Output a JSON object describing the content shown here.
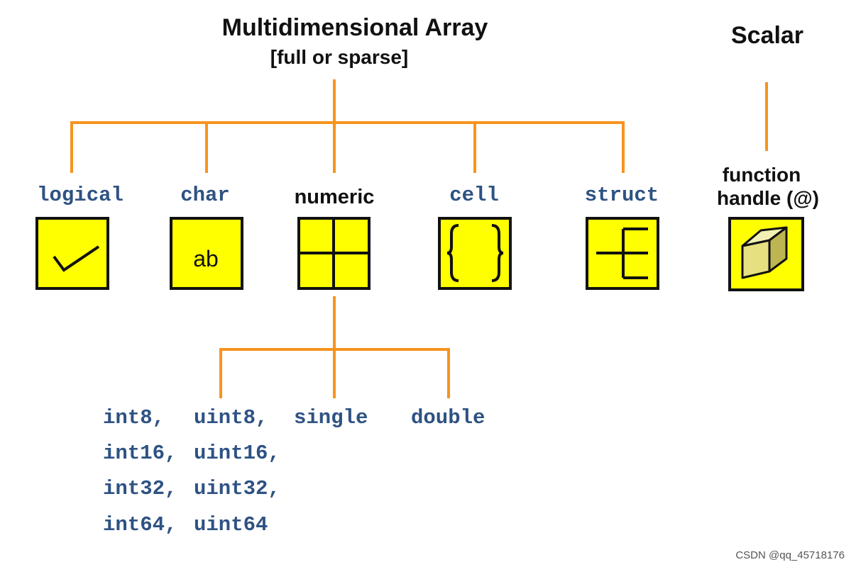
{
  "colors": {
    "connector": "#F7941D",
    "icon_fill": "#FFFF00",
    "type_label": "#2E5283",
    "title_text": "#111111",
    "watermark": "#555555"
  },
  "root": {
    "title": "Multidimensional Array",
    "subtitle": "[full or sparse]"
  },
  "scalar": {
    "title": "Scalar"
  },
  "types": [
    {
      "label": "logical",
      "icon": "checkmark-icon"
    },
    {
      "label": "char",
      "icon": "ab-text-icon",
      "icon_text": "ab"
    },
    {
      "label": "numeric",
      "icon": "grid-icon"
    },
    {
      "label": "cell",
      "icon": "braces-icon"
    },
    {
      "label": "struct",
      "icon": "struct-tree-icon"
    }
  ],
  "function_handle": {
    "line1": "function",
    "line2": "handle (@)",
    "icon": "cube-icon"
  },
  "numeric_types": {
    "row1": [
      "int8,",
      "uint8,",
      "single",
      "double"
    ],
    "row2": [
      "int16,",
      "uint16,"
    ],
    "row3": [
      "int32,",
      "uint32,"
    ],
    "row4": [
      "int64,",
      "uint64"
    ]
  },
  "watermark": "CSDN @qq_45718176"
}
